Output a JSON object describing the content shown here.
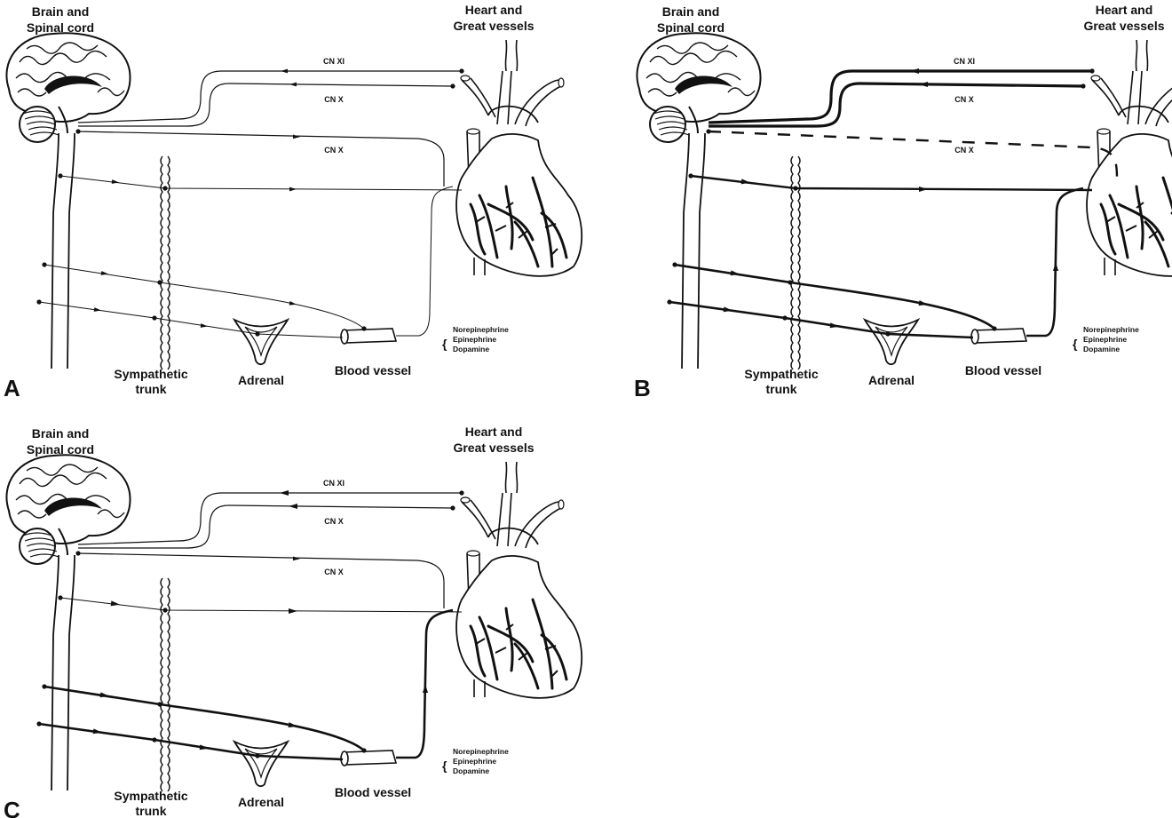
{
  "panels": [
    {
      "letter": "A",
      "brain_label": [
        "Brain and",
        "Spinal cord"
      ],
      "heart_label": [
        "Heart and",
        "Great vessels"
      ],
      "cn_labels": [
        "CN XI",
        "CN X",
        "CN X"
      ],
      "trunk_label": [
        "Sympathetic",
        "trunk"
      ],
      "adrenal_label": "Adrenal",
      "vessel_label": "Blood vessel",
      "hormones": [
        "Norepinephrine",
        "Epinephrine",
        "Dopamine"
      ]
    },
    {
      "letter": "B",
      "brain_label": [
        "Brain and",
        "Spinal cord"
      ],
      "heart_label": [
        "Heart and",
        "Great vessels"
      ],
      "cn_labels": [
        "CN XI",
        "CN X",
        "CN X"
      ],
      "trunk_label": [
        "Sympathetic",
        "trunk"
      ],
      "adrenal_label": "Adrenal",
      "vessel_label": "Blood vessel",
      "hormones": [
        "Norepinephrine",
        "Epinephrine",
        "Dopamine"
      ]
    },
    {
      "letter": "C",
      "brain_label": [
        "Brain and",
        "Spinal cord"
      ],
      "heart_label": [
        "Heart and",
        "Great vessels"
      ],
      "cn_labels": [
        "CN XI",
        "CN X",
        "CN X"
      ],
      "trunk_label": [
        "Sympathetic",
        "trunk"
      ],
      "adrenal_label": "Adrenal",
      "vessel_label": "Blood vessel",
      "hormones": [
        "Norepinephrine",
        "Epinephrine",
        "Dopamine"
      ]
    }
  ]
}
